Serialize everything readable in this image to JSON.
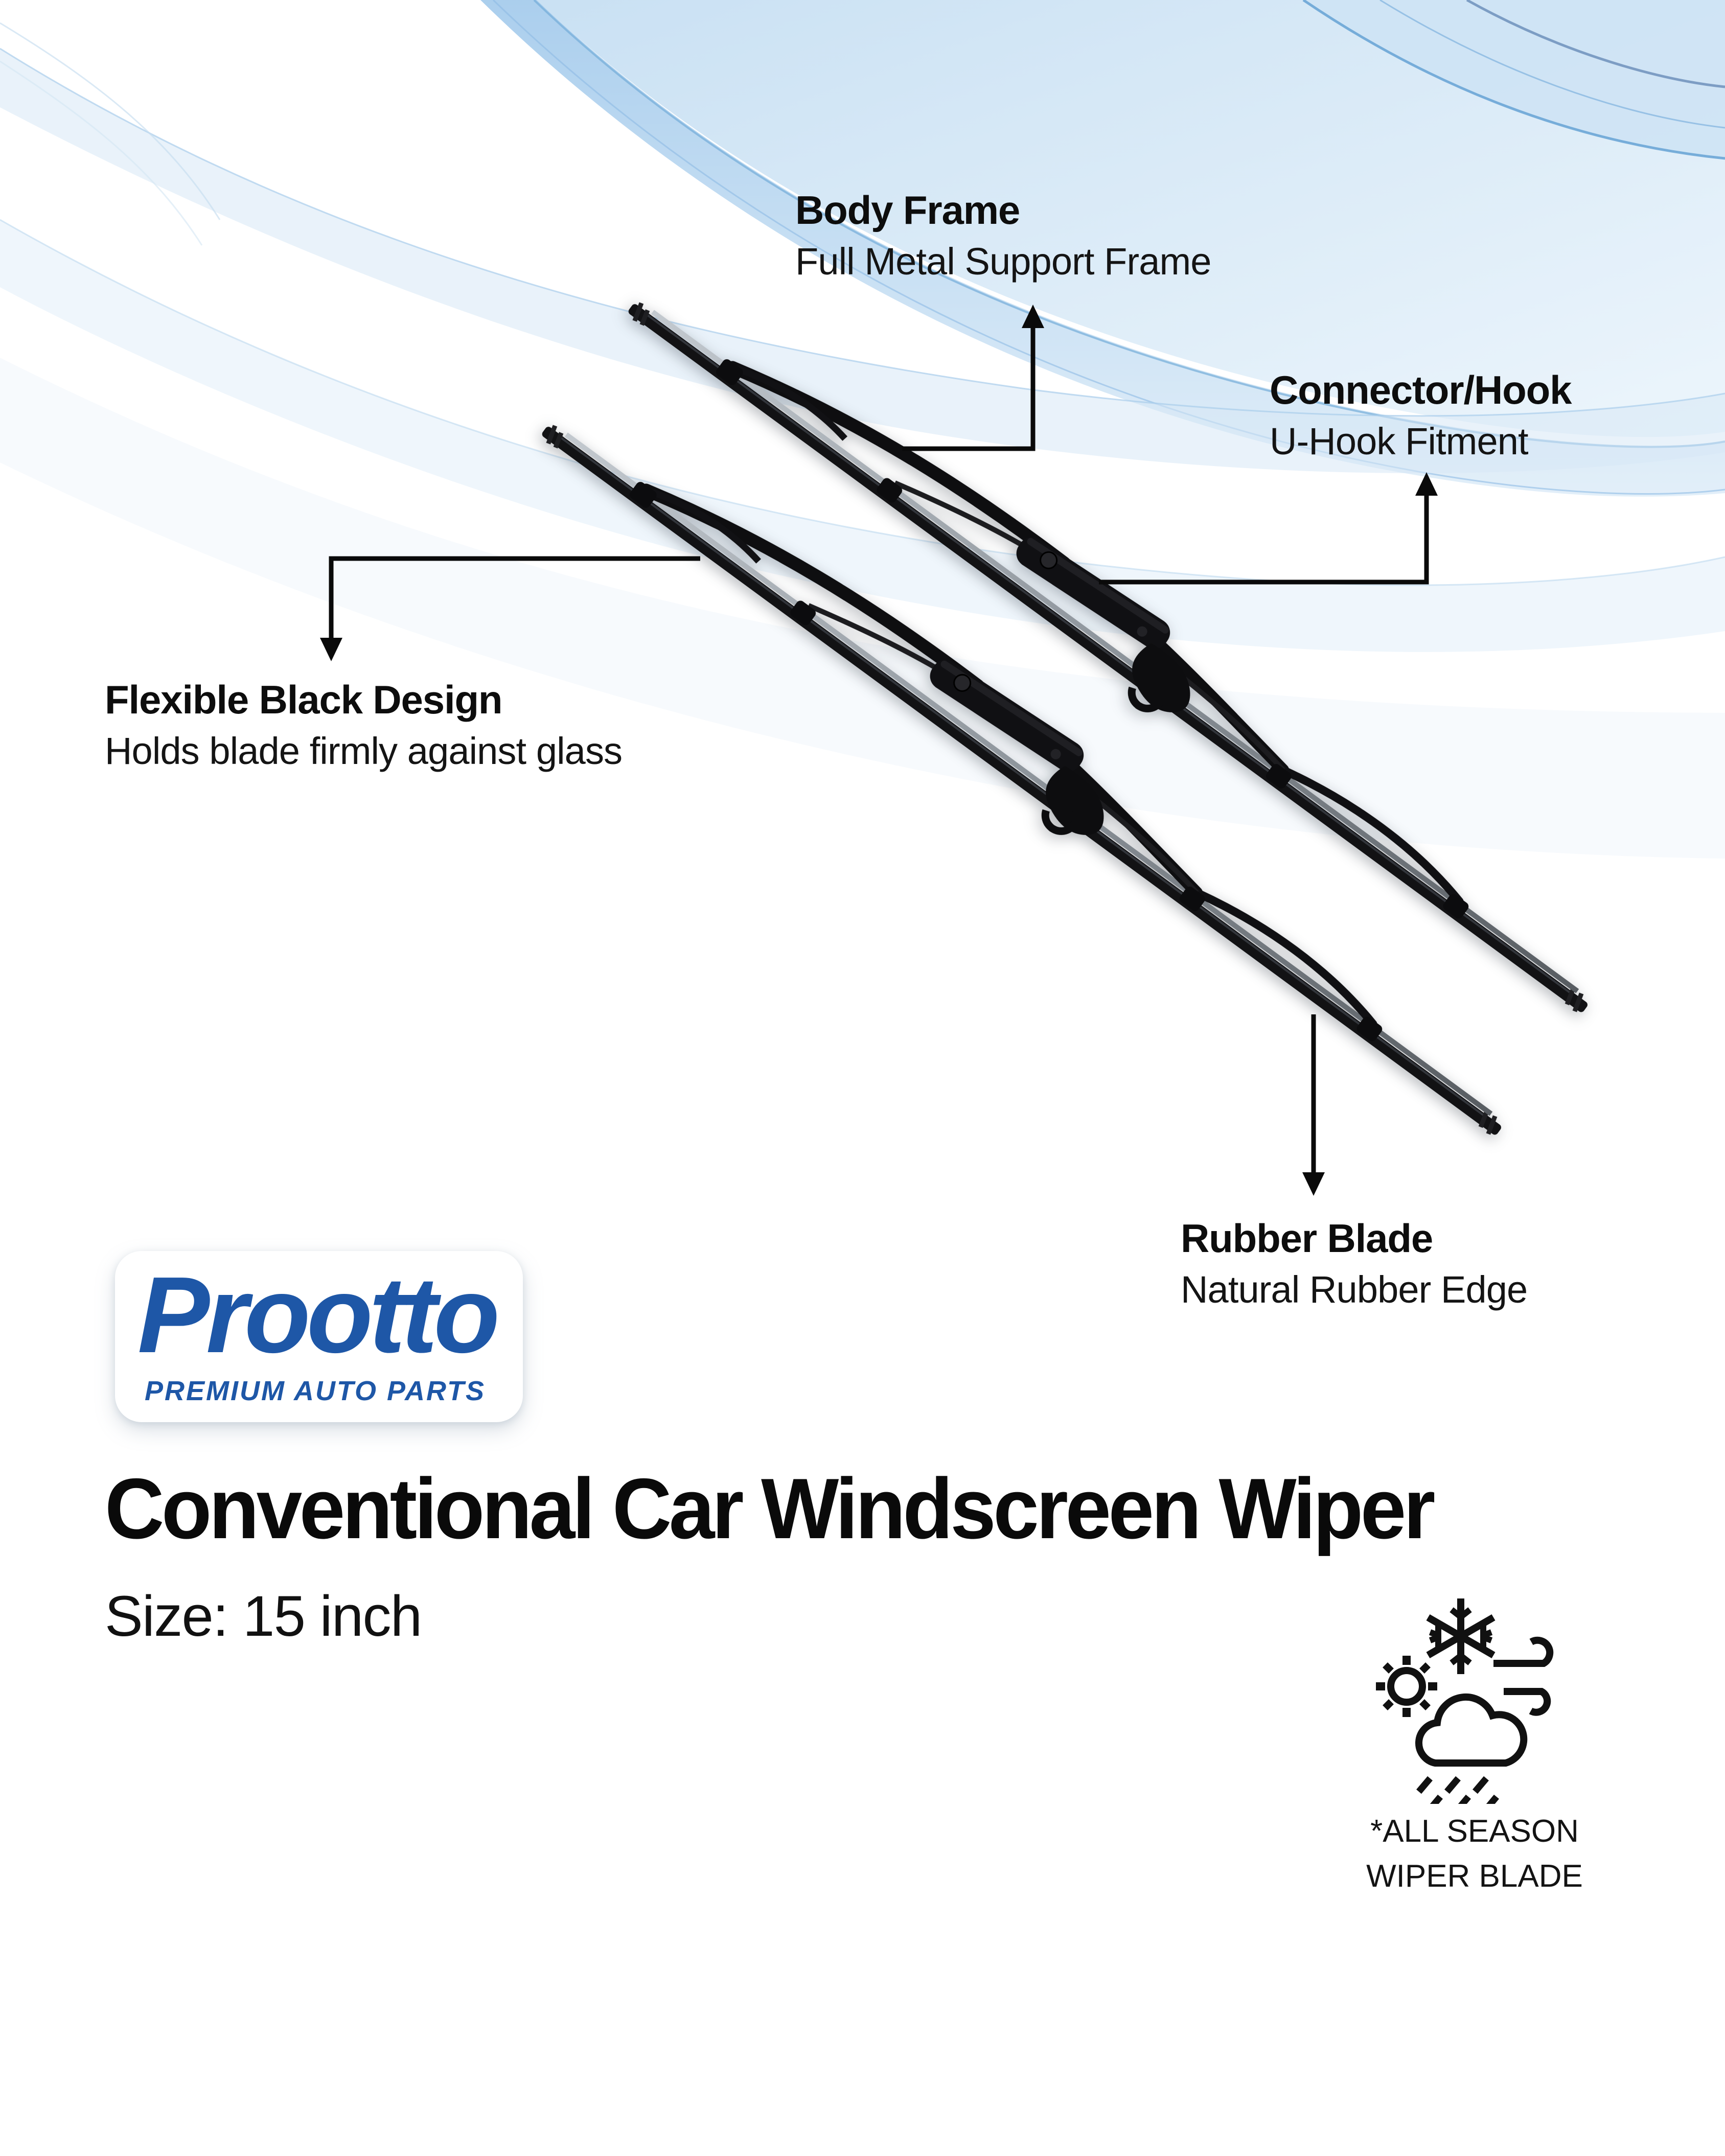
{
  "brand": {
    "name": "Prootto",
    "tagline": "PREMIUM AUTO PARTS",
    "color": "#1E57A7"
  },
  "product": {
    "title": "Conventional Car Windscreen Wiper",
    "size": "Size: 15 inch"
  },
  "callouts": {
    "body_frame": {
      "title": "Body Frame",
      "subtitle": "Full Metal Support Frame"
    },
    "connector_hook": {
      "title": "Connector/Hook",
      "subtitle": "U-Hook Fitment"
    },
    "flexible_design": {
      "title": "Flexible Black Design",
      "subtitle": "Holds blade firmly against glass"
    },
    "rubber_blade": {
      "title": "Rubber Blade",
      "subtitle": "Natural Rubber Edge"
    }
  },
  "badge": {
    "icon": "all-season-weather-icon",
    "line1": "*ALL SEASON",
    "line2": "WIPER BLADE"
  },
  "colors": {
    "wave_blue_strong": "#6FB0E0",
    "wave_blue_soft": "#D7E8F6",
    "ink": "#0D0D0F",
    "background": "#FFFFFF"
  }
}
